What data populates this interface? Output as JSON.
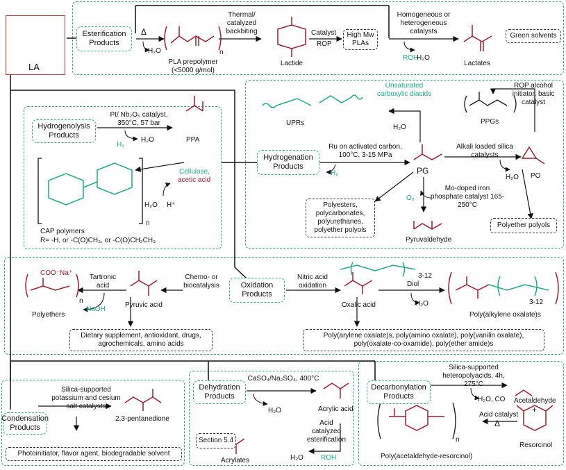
{
  "hub": {
    "label": "LA"
  },
  "esterification": {
    "title": "Esterification Products",
    "heat_symbol": "Δ",
    "water": "H₂O",
    "n": "n",
    "prepolymer": "PLA prepolymer",
    "prepolymer_mw": "(<5000 g/mol)",
    "step_thermal": "Thermal/ catalyzed backbiting",
    "lactide": "Lactide",
    "catalyst_label": "Catalyst",
    "rop_label": "ROP",
    "high_mw_plas": "High Mw PLAs",
    "homogeneous": "Homogeneous or heterogeneous catalysts",
    "roh": "ROH",
    "water2": "H₂O",
    "lactates": "Lactates",
    "green_solvents": "Green solvents"
  },
  "hydrogenolysis": {
    "title": "Hydrogenolysis Products",
    "catalyst": "Pt/ Nb₂O₅ catalyst, 350°C, 57 bar",
    "h2": "H₂",
    "water": "H₂O",
    "ppa": "PPA",
    "reagents": "Cellulose,",
    "acetic_acid": "acetic acid",
    "water2": "H₂O",
    "hplus": "H⁺",
    "cap_polymers": "CAP polymers",
    "r_def": "R= -H, or -C(O)CH₃, or -C(O)CH₂CH₃",
    "n": "n"
  },
  "hydrogenation": {
    "title": "Hydrogenation Products",
    "conditions": "Ru on activated carbon, 100°C, 3-15 MPa",
    "h2": "H₂",
    "pg": "PG",
    "upr_acids": "Unsaturated carboxylic diacids",
    "water_upr": "H₂O",
    "uprs": "UPRs",
    "ppgs": "PPGs",
    "rop_conditions": "ROP alcohol initiator, basic catalyst",
    "alkali": "Alkali loaded silica catalysts",
    "water_po": "H₂O",
    "po": "PO",
    "o2": "O₂",
    "mo_catalyst": "Mo-doped iron phosphate catalyst 165-250°C",
    "pyruvaldehyde": "Pyruvaldehyde",
    "pg_products": "Polyesters, polycarbonates, polyurethanes, polyether polyols",
    "polyether_polyols": "Polyether polyols"
  },
  "oxidation": {
    "title": "Oxidation Products",
    "chemo": "Chemo- or biocatalysis",
    "pyruvic_acid": "Pyruvic acid",
    "tartronic": "Tartronic acid",
    "naoh": "NaOH",
    "polyethers": "Polyethers",
    "na_label": "COO⁻Na⁺",
    "n": "n",
    "pyruvic_uses": "Dietary supplement, antioxidant, drugs, agrochemicals, amino acids",
    "nitric": "Nitric acid oxidation",
    "oxalic_acid": "Oxalic acid",
    "diol": "Diol",
    "diol_range": "3-12",
    "water": "H₂O",
    "poly_range": "3-12",
    "poly_alkylene": "Poly(alkylene oxalate)s",
    "oxalate_uses": "Poly(arylene oxalate)s, poly(amino oxalate), poly(vanilin oxalate), poly(oxalate-co-oxamide), poly(ether amide)s"
  },
  "condensation": {
    "title": "Condensation Products",
    "catalyst": "Silica-supported potassium and cesium salt catalysts",
    "product": "2,3-pentanedione",
    "uses": "Photoinitiator, flavor agent, biodegradable solvent"
  },
  "dehydration": {
    "title": "Dehydration Products",
    "catalyst": "CaSO₄/Na₂SO₄, 400°C",
    "water": "H₂O",
    "acrylic_acid": "Acrylic acid",
    "acid_cat": "Acid catalyzed esterification",
    "water2": "H₂O",
    "roh": "ROH",
    "acrylates": "Acrylates",
    "section": "Section 5.4"
  },
  "decarbonylation": {
    "title": "Decarbonylation Products",
    "catalyst": "Silica-supported heteropolyacids, 4h, 275°C",
    "byproducts": "H₂O, CO",
    "acetaldehyde": "Acetaldehyde",
    "plus": "+",
    "resorcinol": "Resorcinol",
    "acid_catalyst": "Acid catalyst",
    "heat_symbol": "Δ",
    "polymer": "Poly(acetaldehyde-resorcinol)",
    "n": "n"
  },
  "colors": {
    "hub_border": "#c23b3b",
    "region_border": "#3aaa78",
    "structure_red": "#9a1d2a",
    "reagent_green": "#20a884"
  }
}
